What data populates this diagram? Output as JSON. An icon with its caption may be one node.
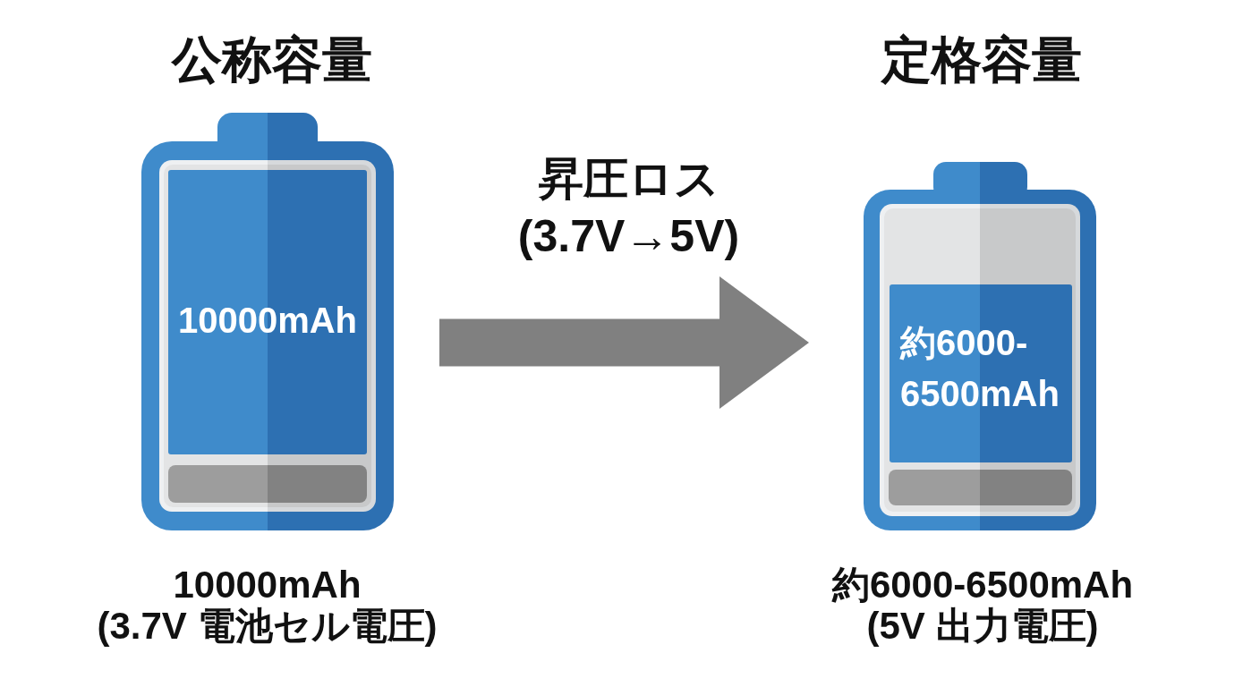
{
  "diagram": {
    "nodes": [
      {
        "text": [
          "公称容量",
          "10000mAh"
        ],
        "beside": [
          "10000mAh",
          "(3.7V 電池セル電圧)"
        ]
      },
      {
        "text": [
          "定格容量",
          "約6000- 6500mAh"
        ],
        "beside": [
          "約6000-6500mAh",
          "(5V 出力電圧)"
        ]
      }
    ],
    "edges": [
      {
        "from": 0,
        "to": 1,
        "arrow": "to",
        "label": "昇圧ロス (3.7V→5V)"
      }
    ]
  }
}
